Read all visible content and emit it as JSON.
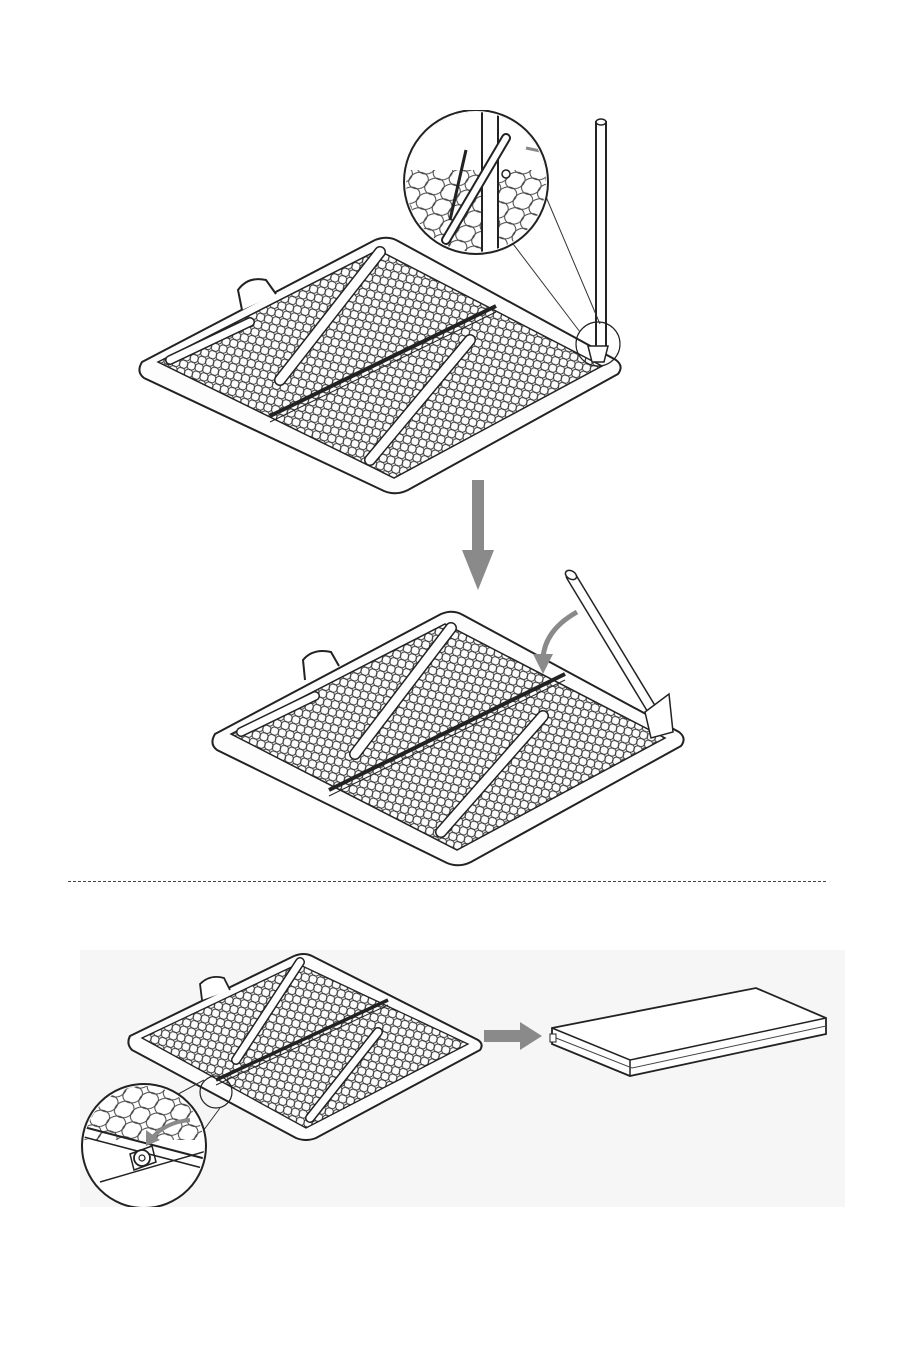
{
  "figure": {
    "steps": [
      {
        "id": "step-1",
        "description_visible": ""
      },
      {
        "id": "step-2",
        "description_visible": ""
      },
      {
        "id": "step-3",
        "description_visible": ""
      }
    ]
  },
  "colors": {
    "line": "#2a2a2a",
    "arrow": "#8a8a8a",
    "background": "#ffffff",
    "panel-bg": "#f6f6f6"
  },
  "icons": [
    "detail-magnifier-circle",
    "down-arrow",
    "right-arrow",
    "curved-arrow"
  ]
}
